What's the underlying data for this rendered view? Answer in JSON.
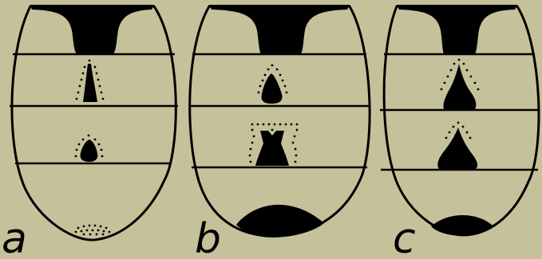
{
  "colors": {
    "background": "#c5c19a",
    "ink": "#000000"
  },
  "panels": [
    {
      "id": "a",
      "label": "a"
    },
    {
      "id": "b",
      "label": "b"
    },
    {
      "id": "c",
      "label": "c"
    }
  ]
}
